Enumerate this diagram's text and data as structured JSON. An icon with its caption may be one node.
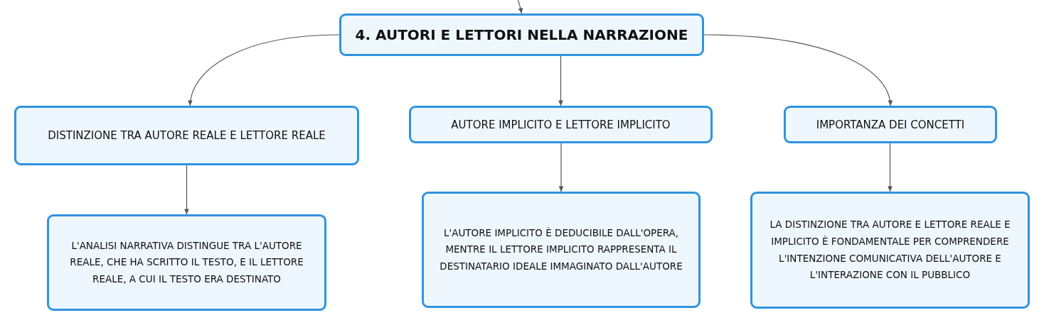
{
  "diagram": {
    "nodes": [
      {
        "text": [
          "4. AUTORI E LETTORI NELLA NARRAZIONE"
        ]
      },
      {
        "text": [
          "DISTINZIONE TRA AUTORE REALE E LETTORE REALE"
        ]
      },
      {
        "text": [
          "AUTORE IMPLICITO E LETTORE IMPLICITO"
        ]
      },
      {
        "text": [
          "IMPORTANZA DEI CONCETTI"
        ]
      },
      {
        "text": [
          "L'ANALISI NARRATIVA DISTINGUE TRA L'AUTORE REALE, CHE HA SCRITTO IL TESTO, E IL LETTORE REALE, A CUI IL TESTO ERA DESTINATO"
        ]
      },
      {
        "text": [
          "L'AUTORE IMPLICITO È DEDUCIBILE DALL'OPERA, MENTRE IL LETTORE IMPLICITO RAPPRESENTA IL DESTINATARIO IDEALE IMMAGINATO DALL'AUTORE"
        ]
      },
      {
        "text": [
          "LA DISTINZIONE TRA AUTORE E LETTORE REALE E IMPLICITO È FONDAMENTALE PER COMPRENDERE L'INTENZIONE COMUNICATIVA DELL'AUTORE E L'INTERAZIONE CON IL PUBBLICO"
        ]
      }
    ],
    "edges": [
      {
        "from": null,
        "to": 0,
        "arrow": "to"
      },
      {
        "from": 0,
        "to": 1,
        "arrow": "to"
      },
      {
        "from": 0,
        "to": 2,
        "arrow": "to"
      },
      {
        "from": 0,
        "to": 3,
        "arrow": "to"
      },
      {
        "from": 1,
        "to": 4,
        "arrow": "to"
      },
      {
        "from": 2,
        "to": 5,
        "arrow": "to"
      },
      {
        "from": 3,
        "to": 6,
        "arrow": "to"
      }
    ]
  }
}
